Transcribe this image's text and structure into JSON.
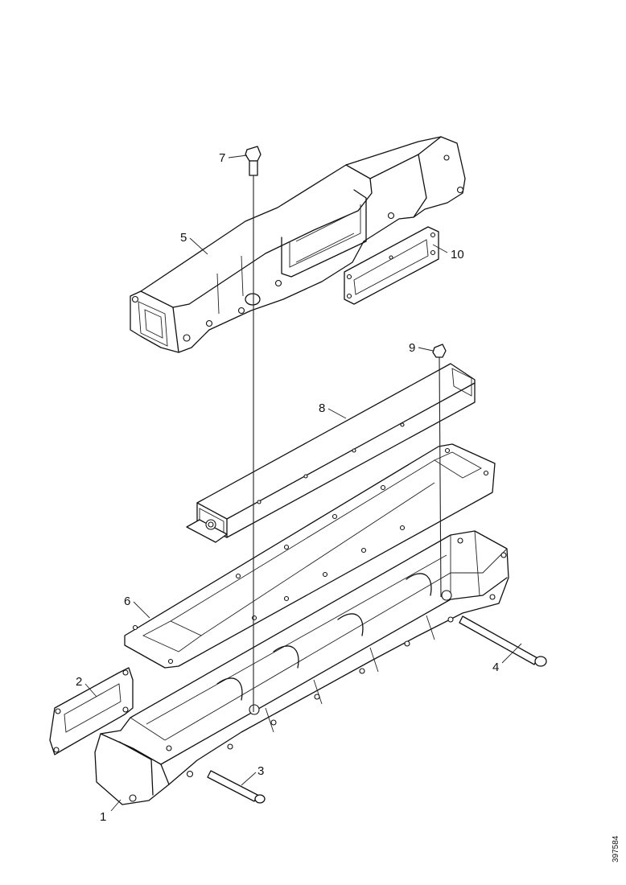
{
  "parts": [
    {
      "id": "part-1",
      "label": "1"
    },
    {
      "id": "part-2",
      "label": "2"
    },
    {
      "id": "part-3",
      "label": "3"
    },
    {
      "id": "part-4",
      "label": "4"
    },
    {
      "id": "part-5",
      "label": "5"
    },
    {
      "id": "part-6",
      "label": "6"
    },
    {
      "id": "part-7",
      "label": "7"
    },
    {
      "id": "part-8",
      "label": "8"
    },
    {
      "id": "part-9",
      "label": "9"
    },
    {
      "id": "part-10",
      "label": "10"
    }
  ],
  "document_id": "397584"
}
